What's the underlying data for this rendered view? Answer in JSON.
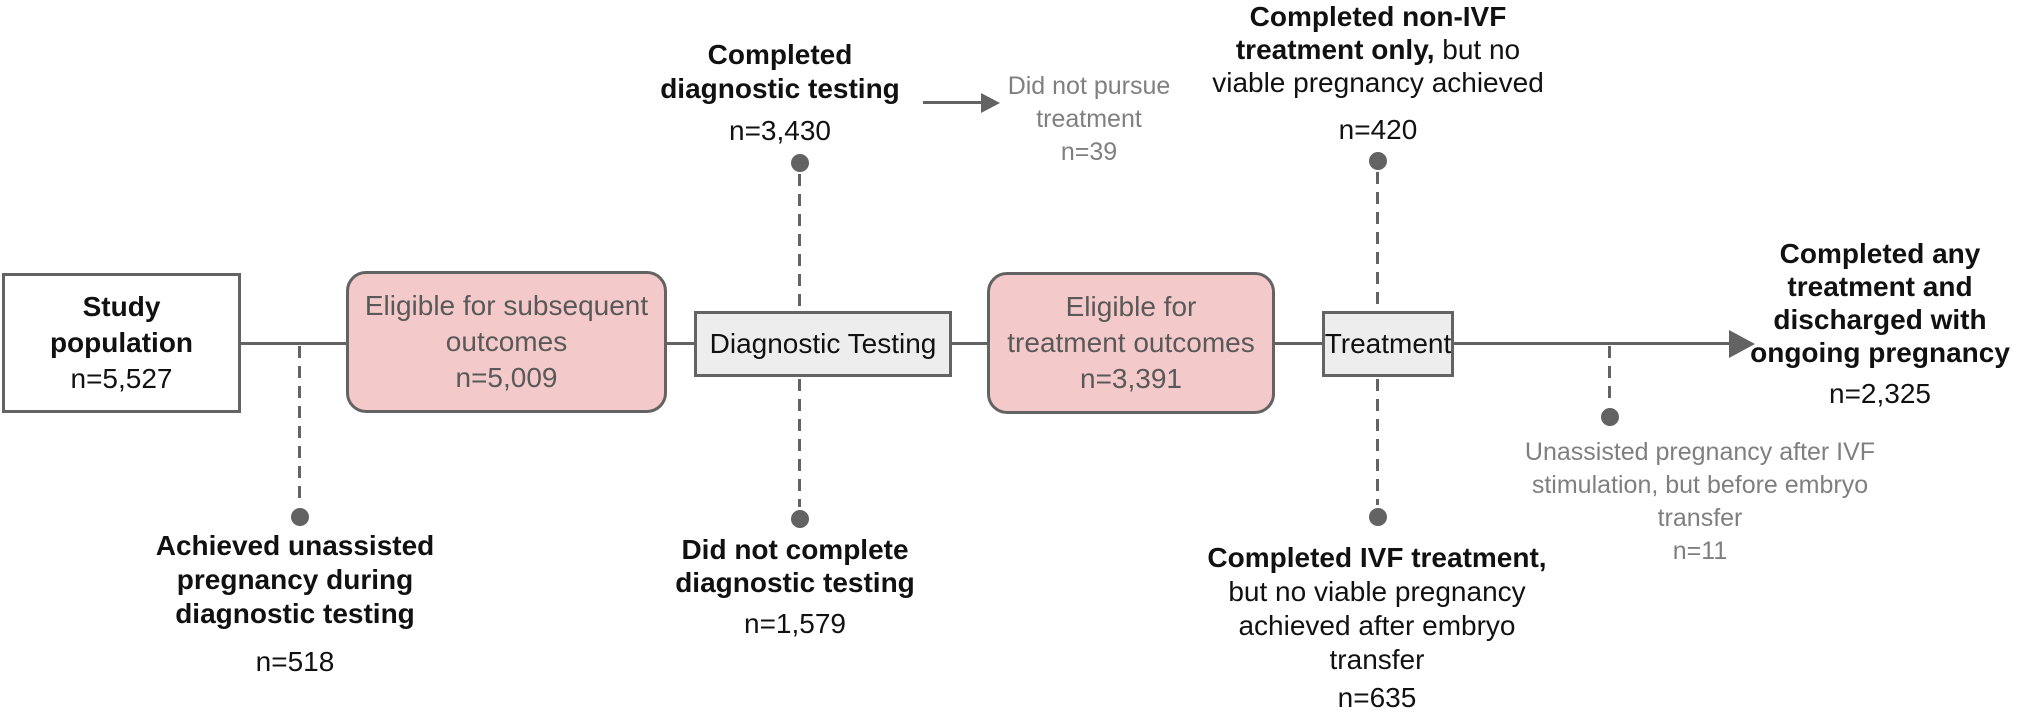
{
  "figure": {
    "description": "Study flow diagram of fertility diagnostic testing and treatment outcomes"
  },
  "colors": {
    "line": "#636363",
    "pink_fill": "#f4c9c9",
    "pink_text": "#595959",
    "gray_fill": "#ededed",
    "gray_text": "#7f7f7f",
    "black_text": "#111111",
    "bg": "#ffffff"
  },
  "boxes": {
    "study": {
      "line1": "Study",
      "line2": "population",
      "n": "n=5,527"
    },
    "eligible_subsequent": {
      "line1": "Eligible for subsequent",
      "line2": "outcomes",
      "n": "n=5,009"
    },
    "diagnostic_testing": {
      "label": "Diagnostic Testing"
    },
    "eligible_treatment": {
      "line1": "Eligible for",
      "line2": "treatment outcomes",
      "n": "n=3,391"
    },
    "treatment": {
      "label": "Treatment"
    }
  },
  "notes": {
    "completed_diagnostic": {
      "line1": "Completed",
      "line2": "diagnostic testing",
      "n": "n=3,430"
    },
    "did_not_pursue": {
      "line1": "Did not pursue",
      "line2": "treatment",
      "n": "n=39"
    },
    "completed_non_ivf": {
      "line1_bold": "Completed non-IVF",
      "line2_bold": "treatment only,",
      "line2_regular": " but no",
      "line3": "viable pregnancy achieved",
      "n": "n=420"
    },
    "achieved_unassisted": {
      "line1": "Achieved unassisted",
      "line2": "pregnancy during",
      "line3": "diagnostic testing",
      "n": "n=518"
    },
    "did_not_complete": {
      "line1": "Did not complete",
      "line2": "diagnostic testing",
      "n": "n=1,579"
    },
    "completed_ivf": {
      "line1_bold": "Completed IVF treatment,",
      "line2": "but no viable pregnancy",
      "line3": "achieved after embryo",
      "line4": "transfer",
      "n": "n=635"
    },
    "unassisted_after_ivf": {
      "line1": "Unassisted pregnancy after IVF",
      "line2": "stimulation, but before embryo",
      "line3": "transfer",
      "n": "n=11"
    },
    "completed_any": {
      "line1": "Completed any",
      "line2": "treatment and",
      "line3": "discharged with",
      "line4": "ongoing pregnancy",
      "n": "n=2,325"
    }
  }
}
